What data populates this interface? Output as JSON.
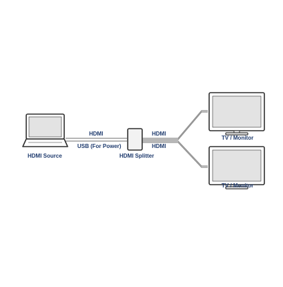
{
  "colors": {
    "label": "#1f3b6e",
    "device_fill": "#e3e3e3",
    "device_stroke": "#2f2f2f",
    "cable": "#8c8c8c"
  },
  "source": {
    "label": "HDMI Source",
    "icon": "laptop-icon"
  },
  "splitter": {
    "label": "HDMI Splitter",
    "icon": "splitter-box-icon"
  },
  "cables": {
    "input_hdmi": "HDMI",
    "input_usb": "USB (For Power)",
    "output_1": "HDMI",
    "output_2": "HDMI"
  },
  "displays": [
    {
      "label": "TV / Monitor",
      "icon": "monitor-icon"
    },
    {
      "label": "TV / Monitor",
      "icon": "monitor-icon"
    }
  ]
}
